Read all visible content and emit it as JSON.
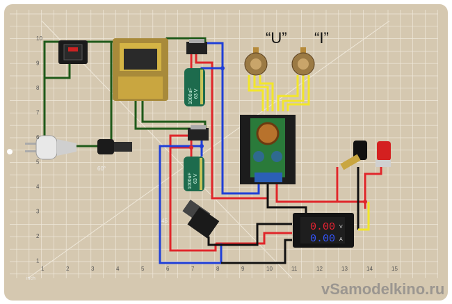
{
  "labels": {
    "pot_u": "“U”",
    "pot_i": "“I”",
    "watermark": "vSamodelkino.ru",
    "ruler_unit": "inch",
    "angle_60": "60°",
    "angle_45": "45"
  },
  "capacitors": [
    {
      "capacitance": "1000uF",
      "voltage": "63 V"
    },
    {
      "capacitance": "1000uF",
      "voltage": "63 V"
    }
  ],
  "meter": {
    "voltage": "0.00",
    "voltage_unit": "V",
    "current": "0.00",
    "current_unit": "A"
  },
  "ruler_bottom": [
    "1",
    "2",
    "3",
    "4",
    "5",
    "6",
    "7",
    "8",
    "9",
    "10",
    "11",
    "12",
    "13",
    "14",
    "15"
  ],
  "ruler_left": [
    "10",
    "9",
    "8",
    "7",
    "6",
    "5",
    "4",
    "3",
    "2",
    "1"
  ],
  "colors": {
    "mat": "#d5c8b0",
    "grid": "#f2ece0",
    "wire_red": "#e0262a",
    "wire_blue": "#1f3fd8",
    "wire_green": "#1f5a1a",
    "wire_black": "#111111",
    "wire_yellow": "#f2e62a"
  }
}
